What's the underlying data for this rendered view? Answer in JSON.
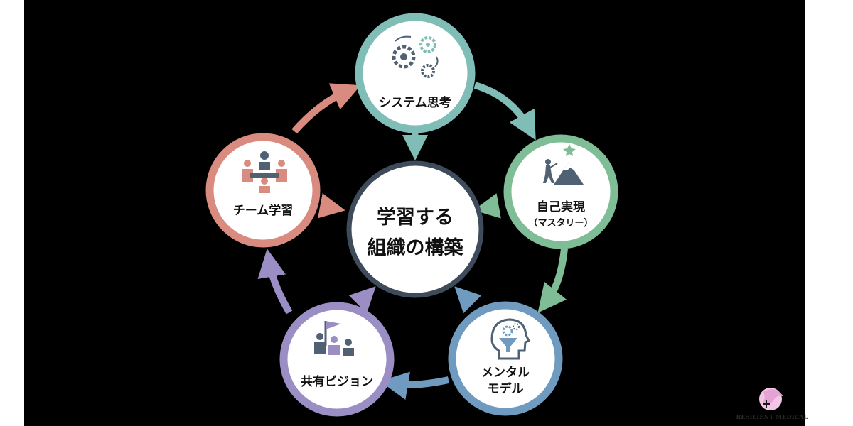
{
  "center": {
    "line1": "学習する",
    "line2": "組織の構築"
  },
  "nodes": {
    "systems_thinking": {
      "label": "システム思考",
      "icon": "gears-icon",
      "color": "#7fbdb6"
    },
    "personal_mastery": {
      "label": "自己実現",
      "sublabel": "（マスタリー）",
      "icon": "mountain-climber-icon",
      "color": "#7fbd96"
    },
    "mental_models": {
      "label_line1": "メンタル",
      "label_line2": "モデル",
      "icon": "head-funnel-icon",
      "color": "#6f9bc0"
    },
    "shared_vision": {
      "label": "共有ビジョン",
      "icon": "team-flag-icon",
      "color": "#9b8ec4"
    },
    "team_learning": {
      "label": "チーム学習",
      "icon": "team-meeting-icon",
      "color": "#d88b7e"
    }
  },
  "logo": {
    "text": "RESILIENT MEDICAL"
  }
}
